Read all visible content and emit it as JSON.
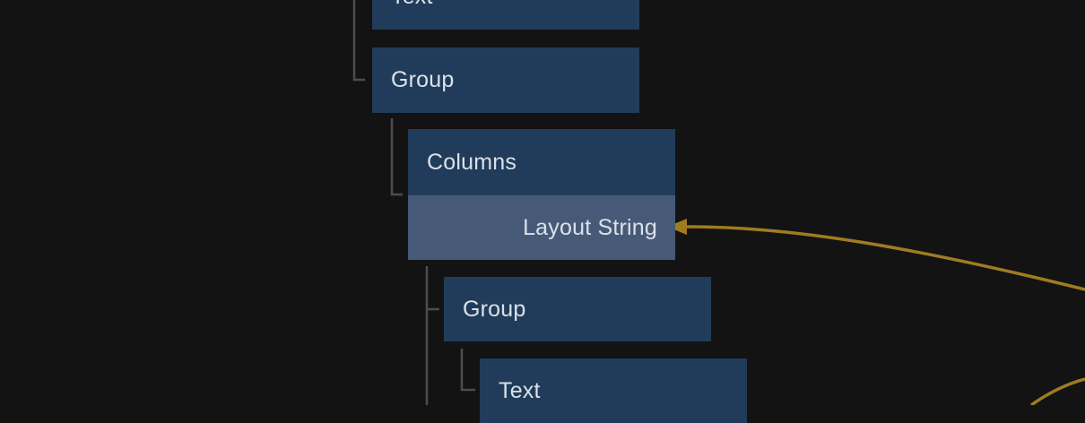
{
  "theme": {
    "background": "#131313",
    "node_fill": "#203c5a",
    "input_row_fill": "#465a78",
    "text_color": "#dbe1e8",
    "tree_line_color": "#4d4d4d",
    "wire_color": "#a07c20"
  },
  "tree": {
    "nodes": [
      {
        "label": "Text"
      },
      {
        "label": "Group"
      },
      {
        "label": "Columns",
        "input": {
          "label": "Layout String"
        }
      },
      {
        "label": "Group"
      },
      {
        "label": "Text"
      }
    ]
  }
}
